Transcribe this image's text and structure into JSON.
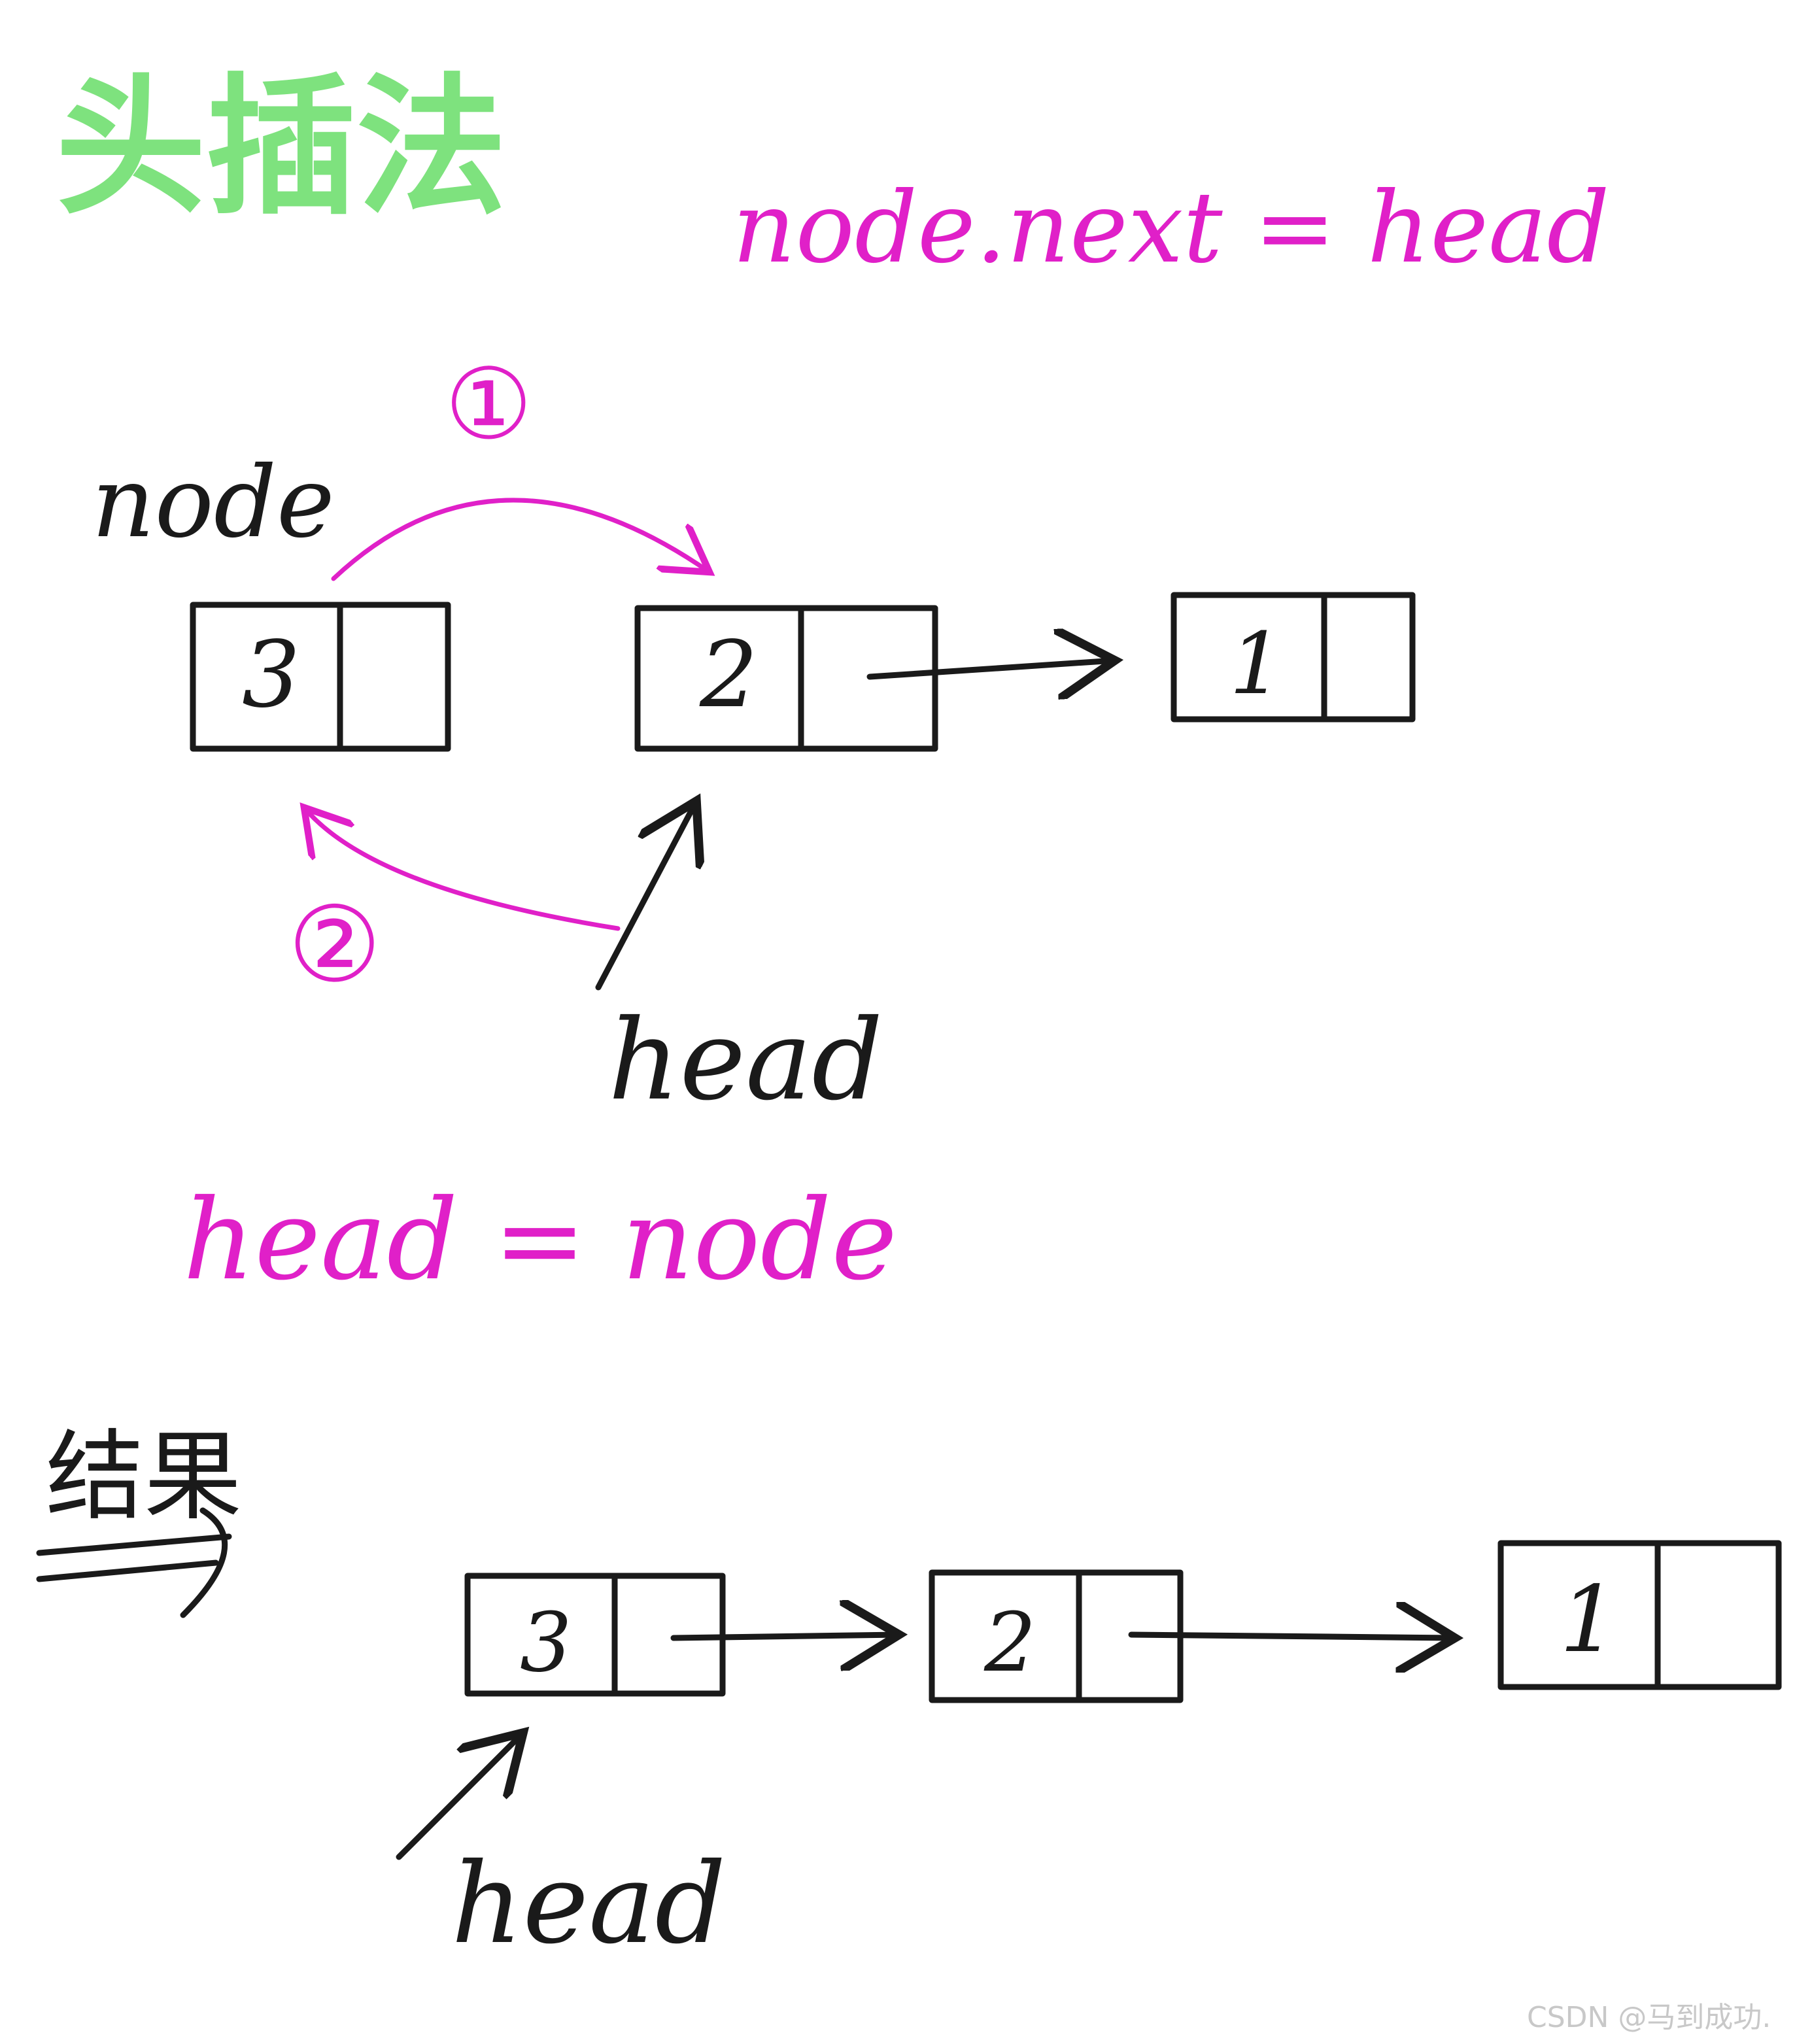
{
  "title": "头插法",
  "colors": {
    "title": "#7ee27e",
    "pink": "#e020c8",
    "ink": "#1a1a1a",
    "watermark": "#c8c8c8"
  },
  "step_top": {
    "formula_1": "node.next = head",
    "step_1_marker": "①",
    "step_2_marker": "②",
    "node_label": "node",
    "head_label": "head",
    "nodes": [
      {
        "value": "3"
      },
      {
        "value": "2"
      },
      {
        "value": "1"
      }
    ]
  },
  "formula_2": "head = node",
  "result": {
    "label": "结果",
    "head_label": "head",
    "nodes": [
      {
        "value": "3"
      },
      {
        "value": "2"
      },
      {
        "value": "1"
      }
    ]
  },
  "watermark": "CSDN @马到成功."
}
